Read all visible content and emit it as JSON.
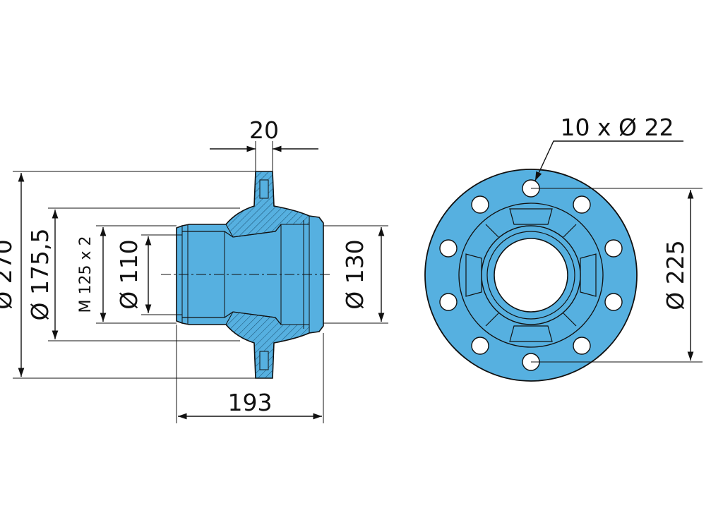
{
  "colors": {
    "part_fill": "#56b0e0",
    "line": "#111111",
    "background": "#ffffff",
    "hole_fill": "#ffffff"
  },
  "side_view": {
    "flange_thickness": "20",
    "overall_diameter": "Ø 270",
    "hub_diameter": "Ø 175,5",
    "thread": "M 125 x 2",
    "bore_diameter": "Ø 110",
    "seat_diameter": "Ø 130",
    "length": "193"
  },
  "front_view": {
    "holes": "10 x Ø 22",
    "pitch_circle": "Ø 225"
  }
}
